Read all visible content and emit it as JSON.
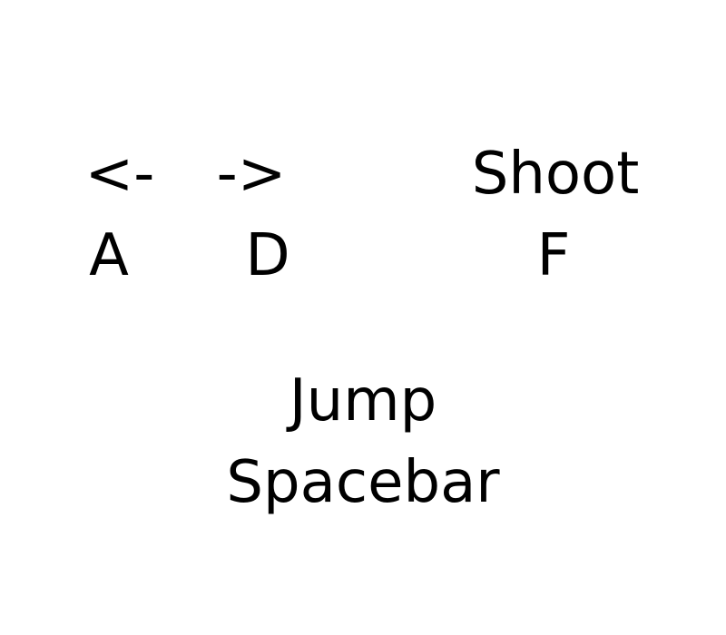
{
  "controls": {
    "move_left": {
      "action": "<-",
      "key": "A"
    },
    "move_right": {
      "action": "->",
      "key": "D"
    },
    "shoot": {
      "action": "Shoot",
      "key": "F"
    },
    "jump": {
      "action": "Jump",
      "key": "Spacebar"
    }
  },
  "colors": {
    "background": "#ffffff",
    "text": "#000000"
  }
}
